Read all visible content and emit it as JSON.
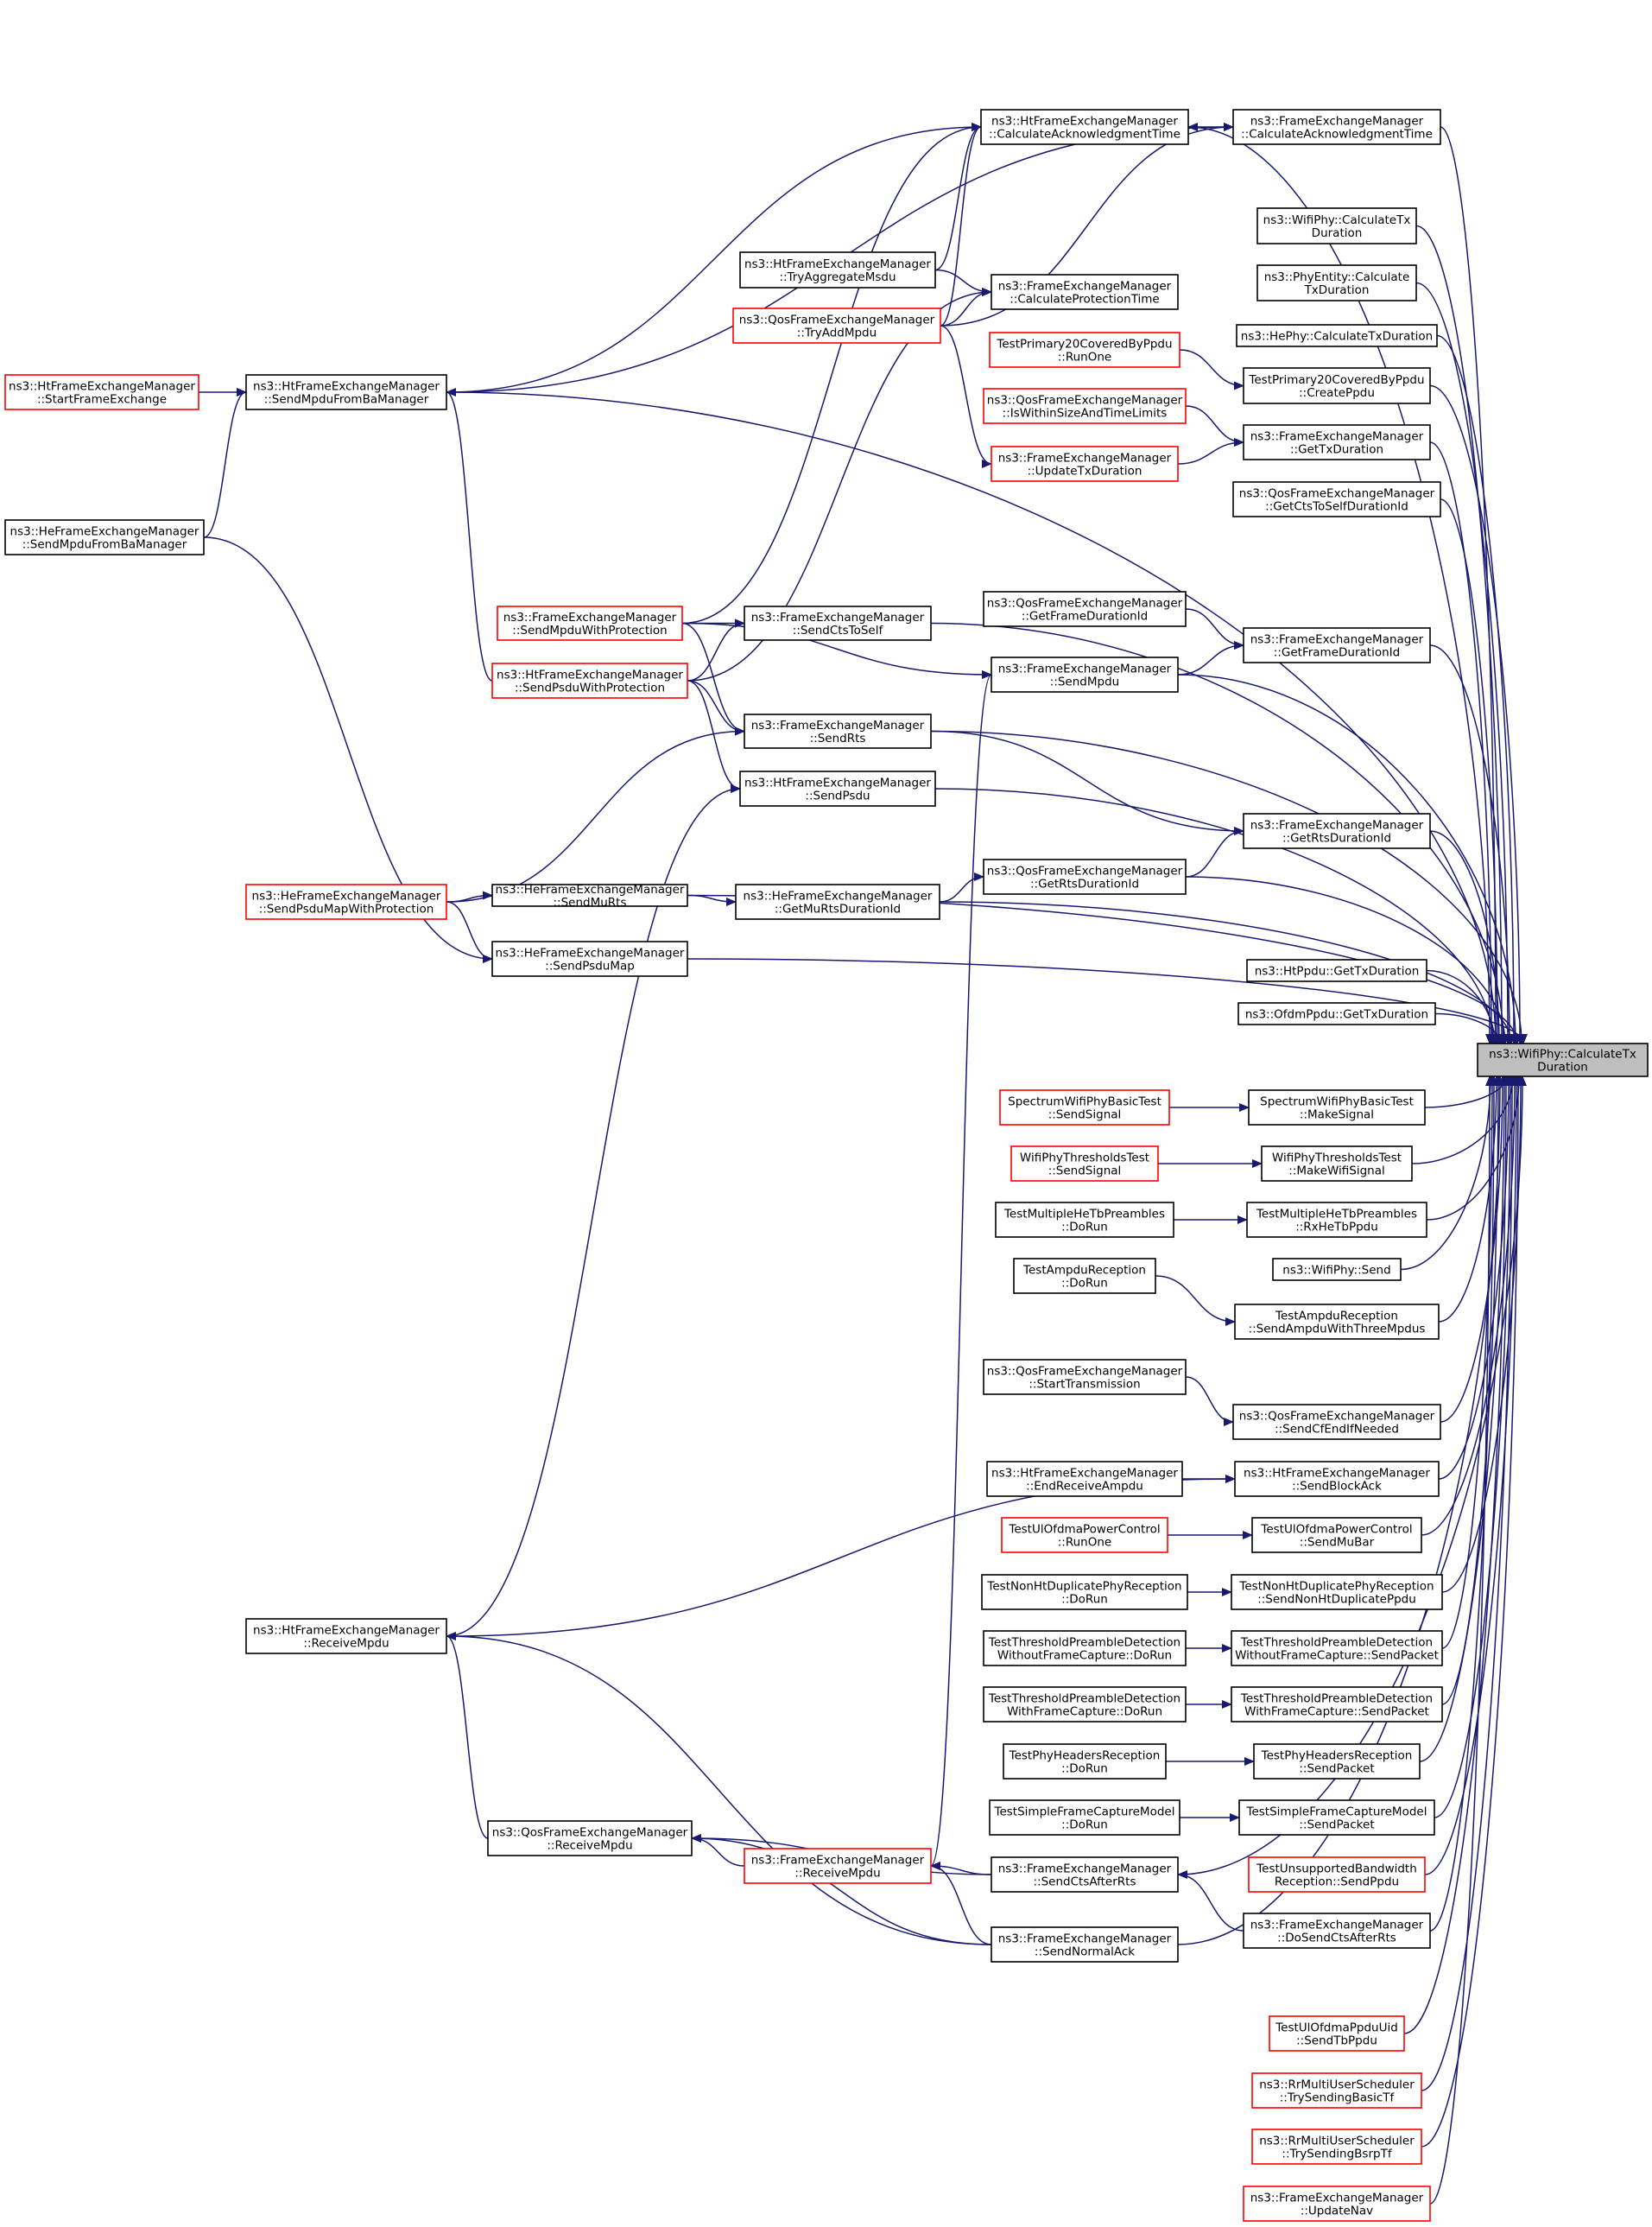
{
  "diagram": {
    "focus_node": "focus",
    "edge_color": "#191970",
    "node_border_default": "#000000",
    "node_border_truncated": "#ff0000",
    "focus_fill": "#bfbfbf",
    "nodes": [
      {
        "id": "focus",
        "lines": [
          "ns3::WifiPhy::CalculateTx",
          "Duration"
        ],
        "border": "black",
        "focus": true
      },
      {
        "id": "ht_calcack",
        "lines": [
          "ns3::HtFrameExchangeManager",
          "::CalculateAcknowledgmentTime"
        ],
        "border": "black"
      },
      {
        "id": "fem_calcack",
        "lines": [
          "ns3::FrameExchangeManager",
          "::CalculateAcknowledgmentTime"
        ],
        "border": "black"
      },
      {
        "id": "wifiphy_calctx",
        "lines": [
          "ns3::WifiPhy::CalculateTx",
          "Duration"
        ],
        "border": "black"
      },
      {
        "id": "phyentity",
        "lines": [
          "ns3::PhyEntity::Calculate",
          "TxDuration"
        ],
        "border": "black"
      },
      {
        "id": "tryaggregate",
        "lines": [
          "ns3::HtFrameExchangeManager",
          "::TryAggregateMsdu"
        ],
        "border": "black"
      },
      {
        "id": "fem_calcprot",
        "lines": [
          "ns3::FrameExchangeManager",
          "::CalculateProtectionTime"
        ],
        "border": "black"
      },
      {
        "id": "qos_tryadd",
        "lines": [
          "ns3::QosFrameExchangeManager",
          "::TryAddMpdu"
        ],
        "border": "red"
      },
      {
        "id": "hephy",
        "lines": [
          "ns3::HePhy::CalculateTxDuration"
        ],
        "border": "black"
      },
      {
        "id": "tp20_runone",
        "lines": [
          "TestPrimary20CoveredByPpdu",
          "::RunOne"
        ],
        "border": "red"
      },
      {
        "id": "tp20_create",
        "lines": [
          "TestPrimary20CoveredByPpdu",
          "::CreatePpdu"
        ],
        "border": "black"
      },
      {
        "id": "ht_start",
        "lines": [
          "ns3::HtFrameExchangeManager",
          "::StartFrameExchange"
        ],
        "border": "red"
      },
      {
        "id": "ht_sendmpduba",
        "lines": [
          "ns3::HtFrameExchangeManager",
          "::SendMpduFromBaManager"
        ],
        "border": "black"
      },
      {
        "id": "qos_within",
        "lines": [
          "ns3::QosFrameExchangeManager",
          "::IsWithinSizeAndTimeLimits"
        ],
        "border": "red"
      },
      {
        "id": "fem_gettx",
        "lines": [
          "ns3::FrameExchangeManager",
          "::GetTxDuration"
        ],
        "border": "black"
      },
      {
        "id": "fem_updatetx",
        "lines": [
          "ns3::FrameExchangeManager",
          "::UpdateTxDuration"
        ],
        "border": "red"
      },
      {
        "id": "qos_getcts",
        "lines": [
          "ns3::QosFrameExchangeManager",
          "::GetCtsToSelfDurationId"
        ],
        "border": "black"
      },
      {
        "id": "he_sendmpduba",
        "lines": [
          "ns3::HeFrameExchangeManager",
          "::SendMpduFromBaManager"
        ],
        "border": "black"
      },
      {
        "id": "qos_getframedur",
        "lines": [
          "ns3::QosFrameExchangeManager",
          "::GetFrameDurationId"
        ],
        "border": "black"
      },
      {
        "id": "fem_sendmpduprot",
        "lines": [
          "ns3::FrameExchangeManager",
          "::SendMpduWithProtection"
        ],
        "border": "red"
      },
      {
        "id": "fem_sendcts",
        "lines": [
          "ns3::FrameExchangeManager",
          "::SendCtsToSelf"
        ],
        "border": "black"
      },
      {
        "id": "fem_getframedur",
        "lines": [
          "ns3::FrameExchangeManager",
          "::GetFrameDurationId"
        ],
        "border": "black"
      },
      {
        "id": "fem_sendmpdu",
        "lines": [
          "ns3::FrameExchangeManager",
          "::SendMpdu"
        ],
        "border": "black"
      },
      {
        "id": "ht_sendpsduprot",
        "lines": [
          "ns3::HtFrameExchangeManager",
          "::SendPsduWithProtection"
        ],
        "border": "red"
      },
      {
        "id": "fem_sendrts",
        "lines": [
          "ns3::FrameExchangeManager",
          "::SendRts"
        ],
        "border": "black"
      },
      {
        "id": "ht_sendpsdu",
        "lines": [
          "ns3::HtFrameExchangeManager",
          "::SendPsdu"
        ],
        "border": "black"
      },
      {
        "id": "fem_getrts",
        "lines": [
          "ns3::FrameExchangeManager",
          "::GetRtsDurationId"
        ],
        "border": "black"
      },
      {
        "id": "qos_getrts",
        "lines": [
          "ns3::QosFrameExchangeManager",
          "::GetRtsDurationId"
        ],
        "border": "black"
      },
      {
        "id": "he_sendpsdumapprot",
        "lines": [
          "ns3::HeFrameExchangeManager",
          "::SendPsduMapWithProtection"
        ],
        "border": "red"
      },
      {
        "id": "he_sendmurts",
        "lines": [
          "ns3::HeFrameExchangeManager",
          "::SendMuRts"
        ],
        "border": "black"
      },
      {
        "id": "he_getmurts",
        "lines": [
          "ns3::HeFrameExchangeManager",
          "::GetMuRtsDurationId"
        ],
        "border": "black"
      },
      {
        "id": "he_sendpsdumap",
        "lines": [
          "ns3::HeFrameExchangeManager",
          "::SendPsduMap"
        ],
        "border": "black"
      },
      {
        "id": "htppdu",
        "lines": [
          "ns3::HtPpdu::GetTxDuration"
        ],
        "border": "black"
      },
      {
        "id": "ofdmppdu",
        "lines": [
          "ns3::OfdmPpdu::GetTxDuration"
        ],
        "border": "black"
      },
      {
        "id": "spec_sendsig",
        "lines": [
          "SpectrumWifiPhyBasicTest",
          "::SendSignal"
        ],
        "border": "red"
      },
      {
        "id": "spec_makesig",
        "lines": [
          "SpectrumWifiPhyBasicTest",
          "::MakeSignal"
        ],
        "border": "black"
      },
      {
        "id": "thr_sendsig",
        "lines": [
          "WifiPhyThresholdsTest",
          "::SendSignal"
        ],
        "border": "red"
      },
      {
        "id": "thr_makesig",
        "lines": [
          "WifiPhyThresholdsTest",
          "::MakeWifiSignal"
        ],
        "border": "black"
      },
      {
        "id": "mhe_dorun",
        "lines": [
          "TestMultipleHeTbPreambles",
          "::DoRun"
        ],
        "border": "black"
      },
      {
        "id": "mhe_rx",
        "lines": [
          "TestMultipleHeTbPreambles",
          "::RxHeTbPpdu"
        ],
        "border": "black"
      },
      {
        "id": "wifiphy_send",
        "lines": [
          "ns3::WifiPhy::Send"
        ],
        "border": "black"
      },
      {
        "id": "ampdu_dorun",
        "lines": [
          "TestAmpduReception",
          "::DoRun"
        ],
        "border": "black"
      },
      {
        "id": "ampdu_send",
        "lines": [
          "TestAmpduReception",
          "::SendAmpduWithThreeMpdus"
        ],
        "border": "black"
      },
      {
        "id": "qos_starttx",
        "lines": [
          "ns3::QosFrameExchangeManager",
          "::StartTransmission"
        ],
        "border": "black"
      },
      {
        "id": "qos_sendcfend",
        "lines": [
          "ns3::QosFrameExchangeManager",
          "::SendCfEndIfNeeded"
        ],
        "border": "black"
      },
      {
        "id": "ht_endrecv",
        "lines": [
          "ns3::HtFrameExchangeManager",
          "::EndReceiveAmpdu"
        ],
        "border": "black"
      },
      {
        "id": "ht_sendblockack",
        "lines": [
          "ns3::HtFrameExchangeManager",
          "::SendBlockAck"
        ],
        "border": "black"
      },
      {
        "id": "ulofdma_runone",
        "lines": [
          "TestUlOfdmaPowerControl",
          "::RunOne"
        ],
        "border": "red"
      },
      {
        "id": "ulofdma_sendmubar",
        "lines": [
          "TestUlOfdmaPowerControl",
          "::SendMuBar"
        ],
        "border": "black"
      },
      {
        "id": "nonht_dorun",
        "lines": [
          "TestNonHtDuplicatePhyReception",
          "::DoRun"
        ],
        "border": "black"
      },
      {
        "id": "nonht_send",
        "lines": [
          "TestNonHtDuplicatePhyReception",
          "::SendNonHtDuplicatePpdu"
        ],
        "border": "black"
      },
      {
        "id": "ht_receivempdu",
        "lines": [
          "ns3::HtFrameExchangeManager",
          "::ReceiveMpdu"
        ],
        "border": "black"
      },
      {
        "id": "tpdwo_dorun",
        "lines": [
          "TestThresholdPreambleDetection",
          "WithoutFrameCapture::DoRun"
        ],
        "border": "black"
      },
      {
        "id": "tpdwo_send",
        "lines": [
          "TestThresholdPreambleDetection",
          "WithoutFrameCapture::SendPacket"
        ],
        "border": "black"
      },
      {
        "id": "tpdw_dorun",
        "lines": [
          "TestThresholdPreambleDetection",
          "WithFrameCapture::DoRun"
        ],
        "border": "black"
      },
      {
        "id": "tpdw_send",
        "lines": [
          "TestThresholdPreambleDetection",
          "WithFrameCapture::SendPacket"
        ],
        "border": "black"
      },
      {
        "id": "phyhdr_dorun",
        "lines": [
          "TestPhyHeadersReception",
          "::DoRun"
        ],
        "border": "black"
      },
      {
        "id": "phyhdr_send",
        "lines": [
          "TestPhyHeadersReception",
          "::SendPacket"
        ],
        "border": "black"
      },
      {
        "id": "sfc_dorun",
        "lines": [
          "TestSimpleFrameCaptureModel",
          "::DoRun"
        ],
        "border": "black"
      },
      {
        "id": "sfc_send",
        "lines": [
          "TestSimpleFrameCaptureModel",
          "::SendPacket"
        ],
        "border": "black"
      },
      {
        "id": "qos_receivempdu",
        "lines": [
          "ns3::QosFrameExchangeManager",
          "::ReceiveMpdu"
        ],
        "border": "black"
      },
      {
        "id": "fem_receivempdu",
        "lines": [
          "ns3::FrameExchangeManager",
          "::ReceiveMpdu"
        ],
        "border": "red"
      },
      {
        "id": "unsup_send",
        "lines": [
          "TestUnsupportedBandwidth",
          "Reception::SendPpdu"
        ],
        "border": "red"
      },
      {
        "id": "fem_sendctsafter",
        "lines": [
          "ns3::FrameExchangeManager",
          "::SendCtsAfterRts"
        ],
        "border": "black"
      },
      {
        "id": "fem_dosendcts",
        "lines": [
          "ns3::FrameExchangeManager",
          "::DoSendCtsAfterRts"
        ],
        "border": "black"
      },
      {
        "id": "fem_sendnormalack",
        "lines": [
          "ns3::FrameExchangeManager",
          "::SendNormalAck"
        ],
        "border": "black"
      },
      {
        "id": "ulppdu_send",
        "lines": [
          "TestUlOfdmaPpduUid",
          "::SendTbPpdu"
        ],
        "border": "red"
      },
      {
        "id": "rr_basic",
        "lines": [
          "ns3::RrMultiUserScheduler",
          "::TrySendingBasicTf"
        ],
        "border": "red"
      },
      {
        "id": "rr_bsrp",
        "lines": [
          "ns3::RrMultiUserScheduler",
          "::TrySendingBsrpTf"
        ],
        "border": "red"
      },
      {
        "id": "fem_updatenav",
        "lines": [
          "ns3::FrameExchangeManager",
          "::UpdateNav"
        ],
        "border": "red"
      }
    ],
    "edges": [
      [
        "ht_calcack",
        "focus"
      ],
      [
        "fem_calcack",
        "focus"
      ],
      [
        "wifiphy_calctx",
        "focus"
      ],
      [
        "phyentity",
        "focus"
      ],
      [
        "hephy",
        "focus"
      ],
      [
        "tp20_create",
        "focus"
      ],
      [
        "fem_gettx",
        "focus"
      ],
      [
        "qos_getcts",
        "focus"
      ],
      [
        "fem_sendcts",
        "focus"
      ],
      [
        "fem_getframedur",
        "focus"
      ],
      [
        "fem_sendmpdu",
        "focus"
      ],
      [
        "fem_sendrts",
        "focus"
      ],
      [
        "ht_sendpsdu",
        "focus"
      ],
      [
        "fem_getrts",
        "focus"
      ],
      [
        "qos_getrts",
        "focus"
      ],
      [
        "he_getmurts",
        "focus"
      ],
      [
        "he_sendmurts",
        "focus"
      ],
      [
        "he_sendpsdumap",
        "focus"
      ],
      [
        "htppdu",
        "focus"
      ],
      [
        "ofdmppdu",
        "focus"
      ],
      [
        "spec_makesig",
        "focus"
      ],
      [
        "thr_makesig",
        "focus"
      ],
      [
        "mhe_rx",
        "focus"
      ],
      [
        "wifiphy_send",
        "focus"
      ],
      [
        "ampdu_send",
        "focus"
      ],
      [
        "qos_sendcfend",
        "focus"
      ],
      [
        "ht_sendblockack",
        "focus"
      ],
      [
        "ulofdma_sendmubar",
        "focus"
      ],
      [
        "nonht_send",
        "focus"
      ],
      [
        "tpdwo_send",
        "focus"
      ],
      [
        "tpdw_send",
        "focus"
      ],
      [
        "phyhdr_send",
        "focus"
      ],
      [
        "sfc_send",
        "focus"
      ],
      [
        "unsup_send",
        "focus"
      ],
      [
        "fem_sendctsafter",
        "focus"
      ],
      [
        "fem_dosendcts",
        "focus"
      ],
      [
        "fem_sendnormalack",
        "focus"
      ],
      [
        "ulppdu_send",
        "focus"
      ],
      [
        "rr_basic",
        "focus"
      ],
      [
        "rr_bsrp",
        "focus"
      ],
      [
        "fem_updatenav",
        "focus"
      ],
      [
        "ht_sendmpduba",
        "focus"
      ],
      [
        "fem_calcack",
        "ht_calcack"
      ],
      [
        "tryaggregate",
        "ht_calcack"
      ],
      [
        "qos_tryadd",
        "ht_calcack"
      ],
      [
        "ht_sendmpduba",
        "ht_calcack"
      ],
      [
        "fem_sendmpduprot",
        "ht_calcack"
      ],
      [
        "ht_sendmpduba",
        "fem_calcack"
      ],
      [
        "qos_tryadd",
        "fem_calcack"
      ],
      [
        "tryaggregate",
        "fem_calcprot"
      ],
      [
        "qos_tryadd",
        "fem_calcprot"
      ],
      [
        "ht_sendpsduprot",
        "fem_calcprot"
      ],
      [
        "tp20_runone",
        "tp20_create"
      ],
      [
        "ht_start",
        "ht_sendmpduba"
      ],
      [
        "he_sendmpduba",
        "ht_sendmpduba"
      ],
      [
        "qos_within",
        "fem_gettx"
      ],
      [
        "fem_updatetx",
        "fem_gettx"
      ],
      [
        "qos_tryadd",
        "fem_updatetx"
      ],
      [
        "ht_sendpsduprot",
        "ht_sendmpduba"
      ],
      [
        "qos_getframedur",
        "fem_getframedur"
      ],
      [
        "fem_sendmpdu",
        "fem_getframedur"
      ],
      [
        "fem_sendmpduprot",
        "fem_sendcts"
      ],
      [
        "ht_sendpsduprot",
        "fem_sendcts"
      ],
      [
        "fem_sendmpduprot",
        "fem_sendmpdu"
      ],
      [
        "fem_sendmpduprot",
        "fem_sendrts"
      ],
      [
        "ht_sendpsduprot",
        "fem_sendrts"
      ],
      [
        "ht_sendpsduprot",
        "ht_sendpsdu"
      ],
      [
        "he_sendpsdumapprot",
        "fem_sendrts"
      ],
      [
        "qos_getrts",
        "fem_getrts"
      ],
      [
        "fem_sendrts",
        "fem_getrts"
      ],
      [
        "he_getmurts",
        "qos_getrts"
      ],
      [
        "he_sendmurts",
        "he_getmurts"
      ],
      [
        "he_sendpsdumapprot",
        "he_sendmurts"
      ],
      [
        "he_sendpsdumapprot",
        "he_sendpsdumap"
      ],
      [
        "he_sendmpduba",
        "he_sendpsdumap"
      ],
      [
        "spec_sendsig",
        "spec_makesig"
      ],
      [
        "thr_sendsig",
        "thr_makesig"
      ],
      [
        "mhe_dorun",
        "mhe_rx"
      ],
      [
        "ampdu_dorun",
        "ampdu_send"
      ],
      [
        "qos_starttx",
        "qos_sendcfend"
      ],
      [
        "ht_endrecv",
        "ht_sendblockack"
      ],
      [
        "ht_receivempdu",
        "ht_sendblockack"
      ],
      [
        "ht_receivempdu",
        "ht_sendpsdu"
      ],
      [
        "ulofdma_runone",
        "ulofdma_sendmubar"
      ],
      [
        "nonht_dorun",
        "nonht_send"
      ],
      [
        "tpdwo_dorun",
        "tpdwo_send"
      ],
      [
        "tpdw_dorun",
        "tpdw_send"
      ],
      [
        "phyhdr_dorun",
        "phyhdr_send"
      ],
      [
        "sfc_dorun",
        "sfc_send"
      ],
      [
        "qos_receivempdu",
        "ht_receivempdu"
      ],
      [
        "fem_receivempdu",
        "qos_receivempdu"
      ],
      [
        "fem_receivempdu",
        "fem_sendmpdu"
      ],
      [
        "fem_sendctsafter",
        "fem_receivempdu"
      ],
      [
        "fem_sendctsafter",
        "qos_receivempdu"
      ],
      [
        "fem_dosendcts",
        "fem_sendctsafter"
      ],
      [
        "fem_sendnormalack",
        "fem_receivempdu"
      ],
      [
        "fem_sendnormalack",
        "qos_receivempdu"
      ],
      [
        "fem_sendnormalack",
        "ht_receivempdu"
      ]
    ]
  }
}
